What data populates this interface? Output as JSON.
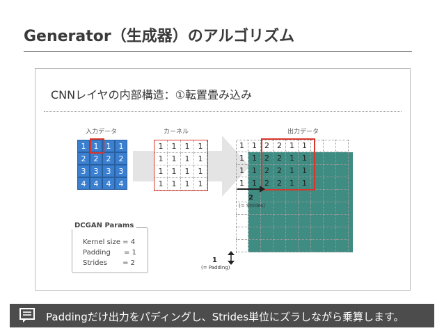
{
  "title": "Generator（生成器）のアルゴリズム",
  "card": {
    "title": "CNNレイヤの内部構造：①転置畳み込み",
    "input_label": "入力データ",
    "kernel_label": "カーネル",
    "output_label": "出力データ"
  },
  "input_matrix": [
    [
      "1",
      "1",
      "1",
      "1"
    ],
    [
      "2",
      "2",
      "2",
      "2"
    ],
    [
      "3",
      "3",
      "3",
      "3"
    ],
    [
      "4",
      "4",
      "4",
      "4"
    ]
  ],
  "kernel_matrix": [
    [
      "1",
      "1",
      "1",
      "1"
    ],
    [
      "1",
      "1",
      "1",
      "1"
    ],
    [
      "1",
      "1",
      "1",
      "1"
    ],
    [
      "1",
      "1",
      "1",
      "1"
    ]
  ],
  "output_visible_rows": [
    [
      "1",
      "1",
      "2",
      "2",
      "1",
      "1"
    ],
    [
      "1",
      "1",
      "2",
      "2",
      "1",
      "1"
    ],
    [
      "1",
      "1",
      "2",
      "2",
      "1",
      "1"
    ],
    [
      "1",
      "1",
      "2",
      "2",
      "1",
      "1"
    ]
  ],
  "output_grid": {
    "rows": 9,
    "cols": 9
  },
  "annotations": {
    "stride_value": "2",
    "stride_note": "(= Strides)",
    "padding_value": "1",
    "padding_note": "(= Padding)"
  },
  "params": {
    "title": "DCGAN Params",
    "kernel_size": "Kernel size = 4",
    "padding": "Padding      = 1",
    "strides": "Strides       = 2"
  },
  "footer": {
    "text": "Paddingだけ出力をパディングし、Strides単位にズラしながら乗算します。"
  },
  "colors": {
    "input_blue": "#3a7fd0",
    "output_teal": "#3f8c82",
    "highlight_red": "#d9362b",
    "footer_bg": "#4c4c4c"
  }
}
